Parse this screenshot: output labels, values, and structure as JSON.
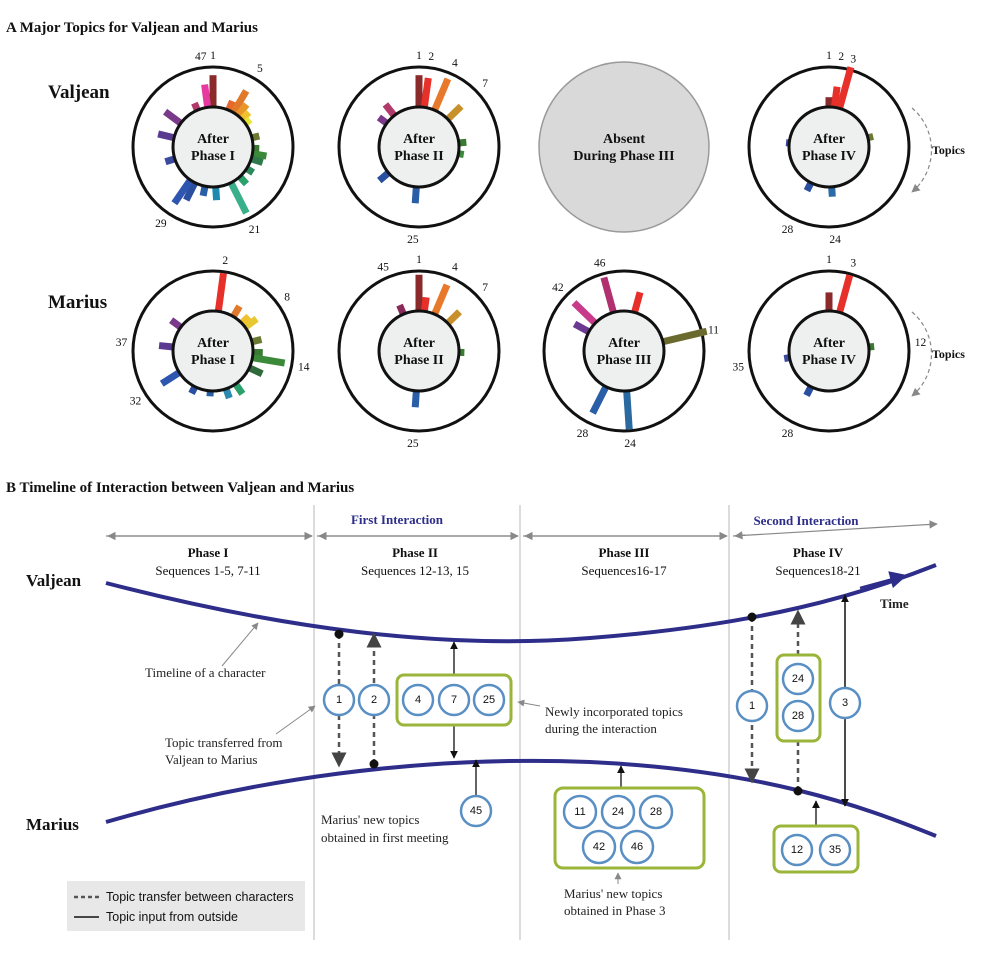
{
  "section_a": {
    "title": "A Major Topics for Valjean and Marius",
    "topics_label": "Topics",
    "rows": [
      {
        "character": "Valjean",
        "panels": [
          {
            "center": [
              "After",
              "Phase I"
            ],
            "absent": false,
            "labels": [
              {
                "text": "1",
                "topic": 1
              },
              {
                "text": "5",
                "topic": 5
              },
              {
                "text": "21",
                "topic": 21
              },
              {
                "text": "29",
                "topic": 29
              },
              {
                "text": "47",
                "topic": 47
              }
            ],
            "bars": [
              {
                "topic": 1,
                "value": 0.7,
                "color": "#8b2a2a"
              },
              {
                "topic": 4,
                "value": 0.2,
                "color": "#e8672a"
              },
              {
                "topic": 5,
                "value": 0.55,
                "color": "#e07a2a"
              },
              {
                "topic": 6,
                "value": 0.3,
                "color": "#e8962a"
              },
              {
                "topic": 7,
                "value": 0.2,
                "color": "#f2c12e"
              },
              {
                "topic": 8,
                "value": 0.12,
                "color": "#e6e632"
              },
              {
                "topic": 11,
                "value": 0.15,
                "color": "#6a7a32"
              },
              {
                "topic": 13,
                "value": 0.12,
                "color": "#3a7a32"
              },
              {
                "topic": 14,
                "value": 0.3,
                "color": "#3a8a3a"
              },
              {
                "topic": 15,
                "value": 0.25,
                "color": "#2e7a4a"
              },
              {
                "topic": 17,
                "value": 0.15,
                "color": "#2a8a5a"
              },
              {
                "topic": 19,
                "value": 0.2,
                "color": "#2aa06a"
              },
              {
                "topic": 21,
                "value": 0.75,
                "color": "#3ab08a"
              },
              {
                "topic": 24,
                "value": 0.28,
                "color": "#1e8ab0"
              },
              {
                "topic": 26,
                "value": 0.2,
                "color": "#2a5fa8"
              },
              {
                "topic": 28,
                "value": 0.42,
                "color": "#2a4fa0"
              },
              {
                "topic": 29,
                "value": 0.62,
                "color": "#2e56b0"
              },
              {
                "topic": 34,
                "value": 0.2,
                "color": "#3a4aa0"
              },
              {
                "topic": 38,
                "value": 0.35,
                "color": "#5a3a90"
              },
              {
                "topic": 41,
                "value": 0.42,
                "color": "#7a3a8a"
              },
              {
                "topic": 45,
                "value": 0.15,
                "color": "#b03a6a"
              },
              {
                "topic": 47,
                "value": 0.5,
                "color": "#e63aa0"
              }
            ]
          },
          {
            "center": [
              "After",
              "Phase II"
            ],
            "absent": false,
            "labels": [
              {
                "text": "1",
                "topic": 1
              },
              {
                "text": "2",
                "topic": 2
              },
              {
                "text": "4",
                "topic": 4
              },
              {
                "text": "7",
                "topic": 7
              },
              {
                "text": "25",
                "topic": 25
              }
            ],
            "bars": [
              {
                "topic": 1,
                "value": 0.7,
                "color": "#8b2a2a"
              },
              {
                "topic": 2,
                "value": 0.65,
                "color": "#e8302a"
              },
              {
                "topic": 4,
                "value": 0.75,
                "color": "#e8782a"
              },
              {
                "topic": 7,
                "value": 0.4,
                "color": "#c8902a"
              },
              {
                "topic": 12,
                "value": 0.15,
                "color": "#3a7a32"
              },
              {
                "topic": 14,
                "value": 0.1,
                "color": "#3a8a3a"
              },
              {
                "topic": 25,
                "value": 0.35,
                "color": "#2a5fa8"
              },
              {
                "topic": 31,
                "value": 0.25,
                "color": "#2a4fa0"
              },
              {
                "topic": 41,
                "value": 0.2,
                "color": "#7a3a8a"
              },
              {
                "topic": 43,
                "value": 0.3,
                "color": "#b03a6a"
              }
            ]
          },
          {
            "center": [
              "Absent",
              "During Phase III"
            ],
            "absent": true,
            "labels": [],
            "bars": []
          },
          {
            "center": [
              "After",
              "Phase IV"
            ],
            "absent": false,
            "labels": [
              {
                "text": "1",
                "topic": 1
              },
              {
                "text": "2",
                "topic": 2
              },
              {
                "text": "3",
                "topic": 3
              },
              {
                "text": "24",
                "topic": 24
              },
              {
                "text": "28",
                "topic": 28
              }
            ],
            "bars": [
              {
                "topic": 1,
                "value": 0.2,
                "color": "#8b2a2a"
              },
              {
                "topic": 2,
                "value": 0.45,
                "color": "#e8302a"
              },
              {
                "topic": 3,
                "value": 0.95,
                "color": "#e8302a"
              },
              {
                "topic": 11,
                "value": 0.1,
                "color": "#6a7a32"
              },
              {
                "topic": 24,
                "value": 0.2,
                "color": "#2a6aa8"
              },
              {
                "topic": 28,
                "value": 0.18,
                "color": "#2a4fa0"
              },
              {
                "topic": 37,
                "value": 0.05,
                "color": "#3a4aa0"
              }
            ]
          }
        ]
      },
      {
        "character": "Marius",
        "panels": [
          {
            "center": [
              "After",
              "Phase I"
            ],
            "absent": false,
            "labels": [
              {
                "text": "2",
                "topic": 2
              },
              {
                "text": "8",
                "topic": 8
              },
              {
                "text": "14",
                "topic": 14
              },
              {
                "text": "32",
                "topic": 32
              },
              {
                "text": "37",
                "topic": 37
              }
            ],
            "bars": [
              {
                "topic": 2,
                "value": 0.85,
                "color": "#e8302a"
              },
              {
                "topic": 5,
                "value": 0.25,
                "color": "#e07a2a"
              },
              {
                "topic": 7,
                "value": 0.2,
                "color": "#f2c12e"
              },
              {
                "topic": 8,
                "value": 0.3,
                "color": "#e6c832"
              },
              {
                "topic": 11,
                "value": 0.2,
                "color": "#6a7a32"
              },
              {
                "topic": 13,
                "value": 0.2,
                "color": "#3a7a32"
              },
              {
                "topic": 14,
                "value": 0.72,
                "color": "#3a8a3a"
              },
              {
                "topic": 16,
                "value": 0.3,
                "color": "#2e6a3a"
              },
              {
                "topic": 20,
                "value": 0.25,
                "color": "#2aa06a"
              },
              {
                "topic": 22,
                "value": 0.2,
                "color": "#2a8ab0"
              },
              {
                "topic": 25,
                "value": 0.1,
                "color": "#2a5fa8"
              },
              {
                "topic": 28,
                "value": 0.15,
                "color": "#2a4fa0"
              },
              {
                "topic": 32,
                "value": 0.45,
                "color": "#2e56b0"
              },
              {
                "topic": 37,
                "value": 0.3,
                "color": "#5a3a90"
              },
              {
                "topic": 41,
                "value": 0.25,
                "color": "#7a3a8a"
              }
            ]
          },
          {
            "center": [
              "After",
              "Phase II"
            ],
            "absent": false,
            "labels": [
              {
                "text": "1",
                "topic": 1
              },
              {
                "text": "4",
                "topic": 4
              },
              {
                "text": "7",
                "topic": 7
              },
              {
                "text": "25",
                "topic": 25
              },
              {
                "text": "45",
                "topic": 45
              }
            ],
            "bars": [
              {
                "topic": 1,
                "value": 0.8,
                "color": "#8b2a2a"
              },
              {
                "topic": 2,
                "value": 0.3,
                "color": "#e8302a"
              },
              {
                "topic": 4,
                "value": 0.7,
                "color": "#e8782a"
              },
              {
                "topic": 7,
                "value": 0.35,
                "color": "#c8902a"
              },
              {
                "topic": 13,
                "value": 0.1,
                "color": "#3a7a32"
              },
              {
                "topic": 25,
                "value": 0.35,
                "color": "#2a5fa8"
              },
              {
                "topic": 45,
                "value": 0.2,
                "color": "#8a2a5a"
              }
            ]
          },
          {
            "center": [
              "After",
              "Phase III"
            ],
            "absent": false,
            "labels": [
              {
                "text": "11",
                "topic": 11
              },
              {
                "text": "24",
                "topic": 24
              },
              {
                "text": "28",
                "topic": 28
              },
              {
                "text": "42",
                "topic": 42
              },
              {
                "text": "46",
                "topic": 46
              }
            ],
            "bars": [
              {
                "topic": 3,
                "value": 0.45,
                "color": "#e8302a"
              },
              {
                "topic": 11,
                "value": 1.0,
                "color": "#6a6a2e"
              },
              {
                "topic": 24,
                "value": 0.85,
                "color": "#2a6aa0"
              },
              {
                "topic": 28,
                "value": 0.65,
                "color": "#2a5fa8"
              },
              {
                "topic": 40,
                "value": 0.35,
                "color": "#6a3a90"
              },
              {
                "topic": 42,
                "value": 0.65,
                "color": "#c83a8a"
              },
              {
                "topic": 46,
                "value": 0.8,
                "color": "#b03070"
              }
            ]
          },
          {
            "center": [
              "After",
              "Phase IV"
            ],
            "absent": false,
            "labels": [
              {
                "text": "1",
                "topic": 1
              },
              {
                "text": "3",
                "topic": 3
              },
              {
                "text": "12",
                "topic": 12
              },
              {
                "text": "28",
                "topic": 28
              },
              {
                "text": "35",
                "topic": 35
              }
            ],
            "bars": [
              {
                "topic": 1,
                "value": 0.4,
                "color": "#8b2a2a"
              },
              {
                "topic": 3,
                "value": 0.85,
                "color": "#e8302a"
              },
              {
                "topic": 12,
                "value": 0.1,
                "color": "#3a7a32"
              },
              {
                "topic": 28,
                "value": 0.2,
                "color": "#2a4fa0"
              },
              {
                "topic": 35,
                "value": 0.1,
                "color": "#3a4aa0"
              }
            ]
          }
        ]
      }
    ]
  },
  "section_b": {
    "title": "B Timeline of Interaction between Valjean and Marius",
    "phases": [
      {
        "title": "Phase I",
        "seq": "Sequences 1-5, 7-11"
      },
      {
        "title": "Phase II",
        "seq": "Sequences 12-13, 15"
      },
      {
        "title": "Phase III",
        "seq": "Sequences16-17"
      },
      {
        "title": "Phase IV",
        "seq": "Sequences18-21"
      }
    ],
    "interactions": [
      "First Interaction",
      "Second Interaction"
    ],
    "characters": [
      "Valjean",
      "Marius"
    ],
    "time_label": "Time",
    "annotations": {
      "timeline": "Timeline of a character",
      "transferred": [
        "Topic transferred from",
        "Valjean to Marius"
      ],
      "new_incorp": [
        "Newly incorporated topics",
        "during the interaction"
      ],
      "marius_first": [
        "Marius' new topics",
        "obtained in first meeting"
      ],
      "marius_p3": [
        "Marius' new topics",
        "obtained in Phase 3"
      ]
    },
    "nodes": {
      "p2_transfer": [
        "1",
        "2"
      ],
      "p2_box": [
        "4",
        "7",
        "25"
      ],
      "p2_marius_input": "45",
      "p3_box_top": [
        "11",
        "24",
        "28"
      ],
      "p3_box_bottom": [
        "42",
        "46"
      ],
      "p4_transfer": "1",
      "p4_vbox": [
        "24",
        "28"
      ],
      "p4_input": "3",
      "p4_marius_box": [
        "12",
        "35"
      ]
    },
    "legend": {
      "dashed": "Topic transfer between characters",
      "solid": "Topic input from outside"
    },
    "colors": {
      "timeline": "#2e2e8a",
      "node_ring": "#5a8fc4",
      "group_box": "#9ab53a",
      "phase_divider": "#b8b8b8",
      "legend_bg": "#e8e8e8"
    }
  }
}
